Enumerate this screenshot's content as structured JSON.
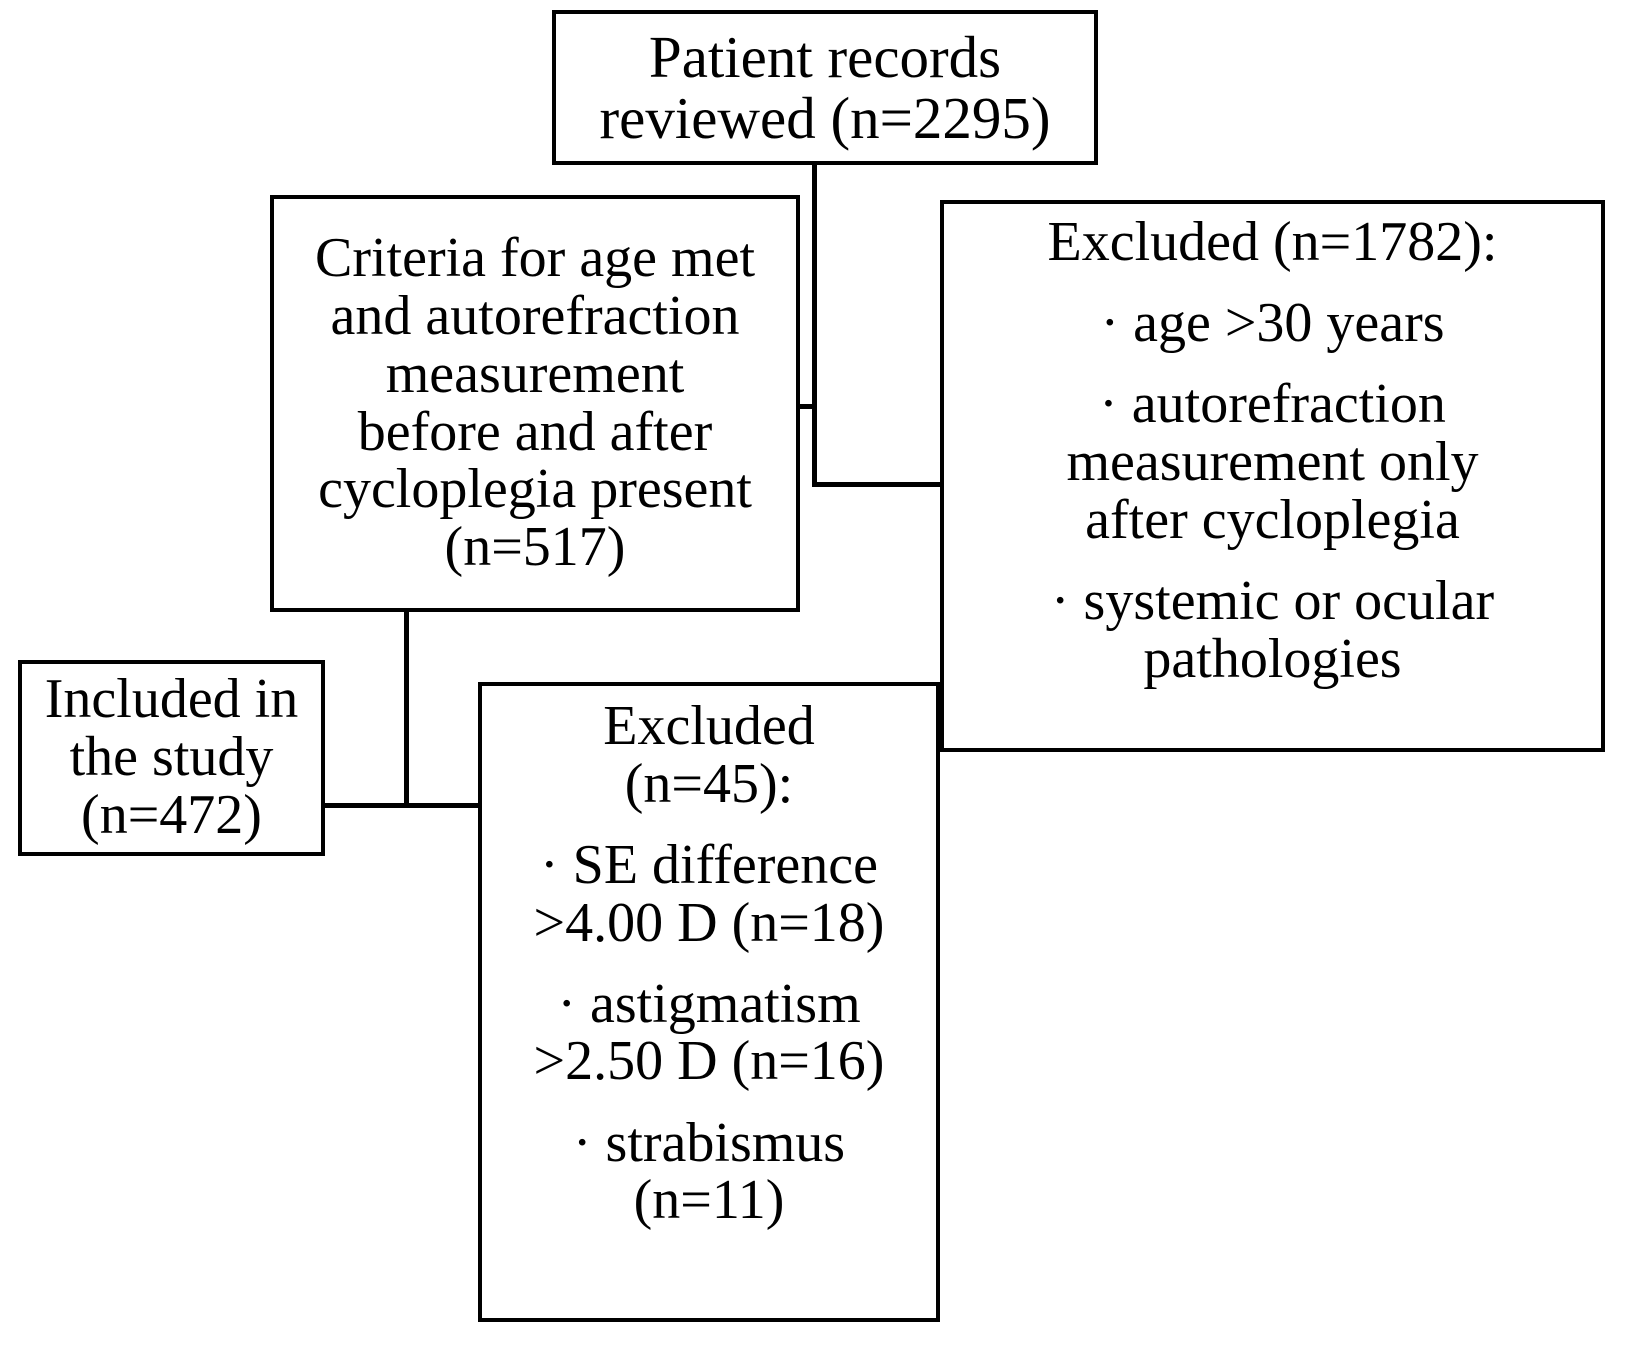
{
  "chart_data": {
    "type": "diagram",
    "subtype": "flowchart",
    "title": "Patient record selection flow diagram",
    "nodes": [
      {
        "id": "records",
        "role": "enrollment",
        "lines": [
          "Patient records",
          "reviewed (n=2295)"
        ],
        "n": 2295
      },
      {
        "id": "criteria",
        "role": "eligible",
        "lines": [
          "Criteria for age met",
          "and autorefraction",
          "measurement",
          "before and after",
          "cycloplegia present",
          "(n=517)"
        ],
        "n": 517
      },
      {
        "id": "excluded_major",
        "role": "excluded",
        "heading": "Excluded (n=1782):",
        "n": 1782,
        "bullets": [
          [
            "· age >30 years"
          ],
          [
            "· autorefraction",
            "measurement only",
            "after cycloplegia"
          ],
          [
            "· systemic or ocular",
            "pathologies"
          ]
        ]
      },
      {
        "id": "included",
        "role": "included",
        "lines": [
          "Included in",
          "the study",
          "(n=472)"
        ],
        "n": 472
      },
      {
        "id": "excluded_minor",
        "role": "excluded",
        "heading_lines": [
          "Excluded",
          "(n=45):"
        ],
        "n": 45,
        "bullets": [
          [
            "· SE difference",
            ">4.00 D (n=18)"
          ],
          [
            "· astigmatism",
            ">2.50 D (n=16)"
          ],
          [
            "· strabismus",
            "(n=11)"
          ]
        ]
      }
    ],
    "edges": [
      {
        "from": "records",
        "to": "criteria"
      },
      {
        "from": "records",
        "to": "excluded_major"
      },
      {
        "from": "criteria",
        "to": "included"
      },
      {
        "from": "criteria",
        "to": "excluded_minor"
      }
    ],
    "colors": {
      "stroke": "#000000",
      "fill": "#ffffff",
      "text": "#000000"
    }
  },
  "records": {
    "line1": "Patient records",
    "line2": "reviewed (n=2295)"
  },
  "criteria": {
    "line1": "Criteria for age met",
    "line2": "and autorefraction",
    "line3": "measurement",
    "line4": "before and after",
    "line5": "cycloplegia present",
    "line6": "(n=517)"
  },
  "excluded_major": {
    "heading": "Excluded (n=1782):",
    "b1l1": "· age >30 years",
    "b2l1": "· autorefraction",
    "b2l2": "measurement only",
    "b2l3": "after cycloplegia",
    "b3l1": "· systemic or ocular",
    "b3l2": "pathologies"
  },
  "included": {
    "line1": "Included in",
    "line2": "the study",
    "line3": "(n=472)"
  },
  "excluded_minor": {
    "heading1": "Excluded",
    "heading2": "(n=45):",
    "b1l1": "· SE difference",
    "b1l2": ">4.00 D (n=18)",
    "b2l1": "· astigmatism",
    "b2l2": ">2.50 D (n=16)",
    "b3l1": "· strabismus",
    "b3l2": "(n=11)"
  }
}
